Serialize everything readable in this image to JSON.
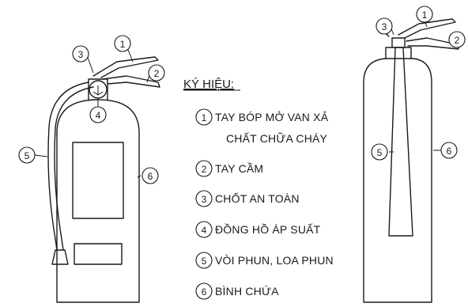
{
  "legend": {
    "title": "KÝ HIỆU:",
    "items": [
      {
        "num": "1",
        "lines": [
          "TAY BÓP MỞ VAN XẢ",
          "CHẤT CHỮA CHÁY"
        ]
      },
      {
        "num": "2",
        "lines": [
          "TAY CẦM"
        ]
      },
      {
        "num": "3",
        "lines": [
          "CHỐT AN TOÀN"
        ]
      },
      {
        "num": "4",
        "lines": [
          "ĐỒNG HỒ ÁP SUẤT"
        ]
      },
      {
        "num": "5",
        "lines": [
          "VÒI PHUN, LOA PHUN"
        ]
      },
      {
        "num": "6",
        "lines": [
          "BÌNH CHỨA"
        ]
      }
    ]
  },
  "callouts_left": [
    "1",
    "2",
    "3",
    "4",
    "5",
    "6"
  ],
  "callouts_right": [
    "1",
    "2",
    "3",
    "5",
    "6"
  ],
  "colors": {
    "ink": "#1a1a1a",
    "paper": "#ffffff"
  }
}
